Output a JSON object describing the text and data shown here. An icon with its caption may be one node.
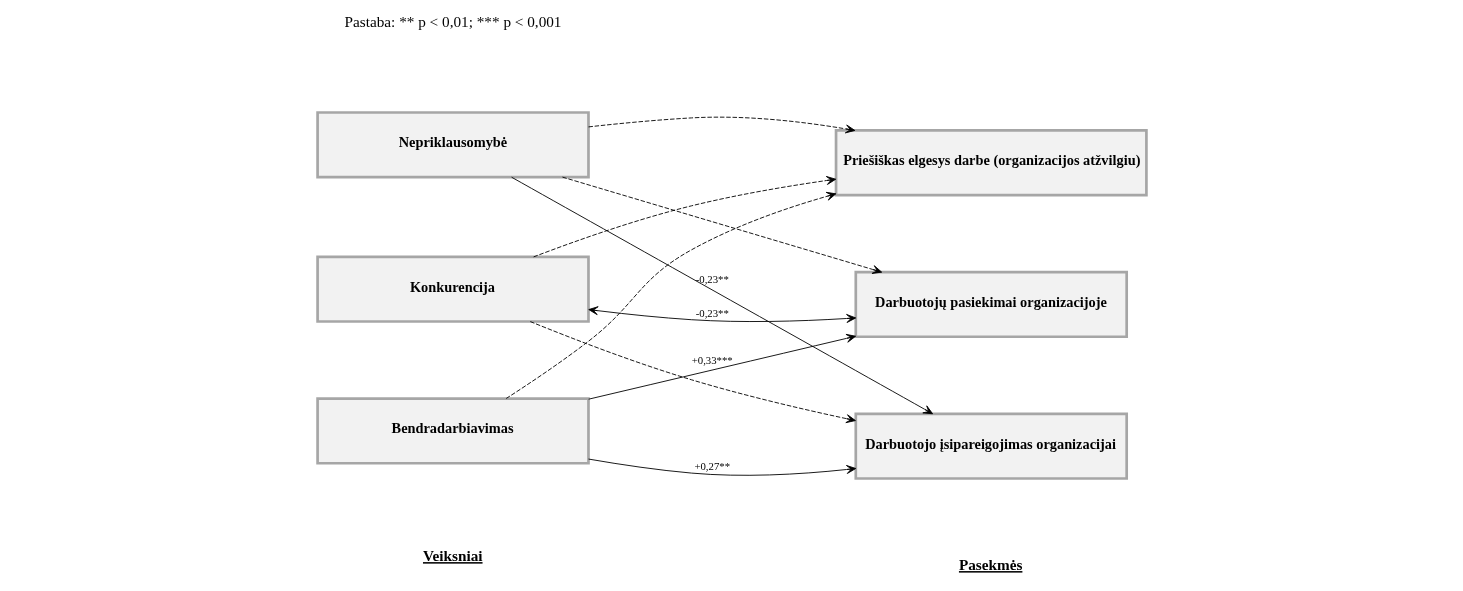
{
  "diagram": {
    "nodes": [
      {
        "text": [
          "Bendradarbiavimas"
        ]
      },
      {
        "text": [
          "Konkurencija"
        ]
      },
      {
        "text": [
          "Nepriklausomybė"
        ]
      },
      {
        "text": [
          "Darbuotojo įsipareigojimas organizacijai"
        ]
      },
      {
        "text": [
          "Darbuotojų pasiekimai organizacijoje"
        ]
      },
      {
        "text": [
          "Priešiškas elgesys darbe (organizacijos atžvilgiu)"
        ]
      }
    ],
    "edges": [
      {
        "from": 0,
        "to": 3,
        "arrow": "to",
        "label": "+0,27**"
      },
      {
        "from": 0,
        "to": 4,
        "arrow": "to",
        "label": "+0,33***"
      },
      {
        "from": 0,
        "to": 5,
        "arrow": "to",
        "style": "dashed"
      },
      {
        "from": 1,
        "to": 3,
        "arrow": "to",
        "style": "dashed"
      },
      {
        "from": 1,
        "to": 4,
        "arrow": "both",
        "label": "-0,23**"
      },
      {
        "from": 1,
        "to": 5,
        "arrow": "to",
        "style": "dashed"
      },
      {
        "from": 2,
        "to": 3,
        "arrow": "to",
        "label": "-0,23**"
      },
      {
        "from": 2,
        "to": 4,
        "arrow": "to",
        "style": "dashed"
      },
      {
        "from": 2,
        "to": 5,
        "arrow": "to",
        "style": "dashed"
      }
    ],
    "labels": [
      "Veiksniai",
      "Pasekmės",
      "Pastaba: ** p < 0,01; *** p < 0,001"
    ]
  }
}
